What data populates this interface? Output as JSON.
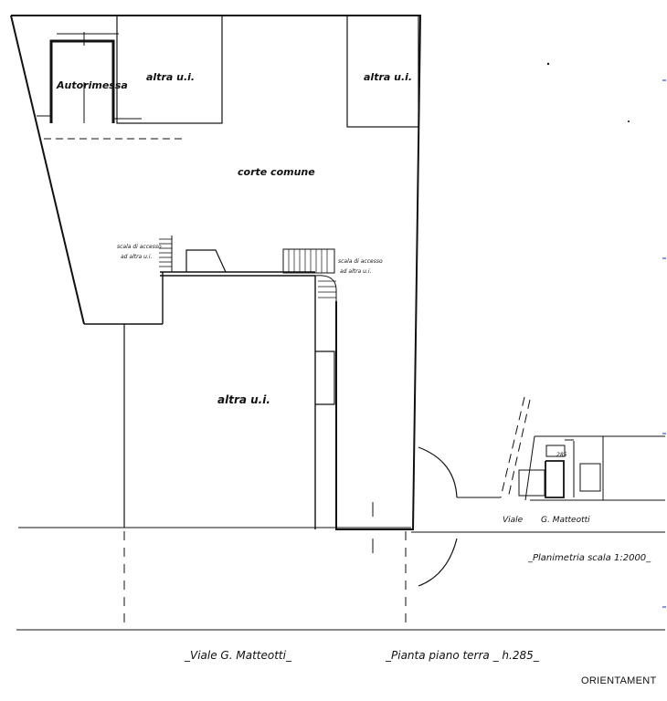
{
  "labels": {
    "autorimessa": "Autorimessa",
    "altra_ui_top": "altra u.i.",
    "altra_ui_right": "altra u.i.",
    "corte_comune": "corte comune",
    "scala_left_1": "scala di accesso",
    "scala_left_2": "ad altra u.i.",
    "scala_right_1": "scala di accesso",
    "scala_right_2": "ad altra u.i.",
    "altra_ui_center": "altra u.i.",
    "viale_site": "Viale",
    "matteotti_site": "G. Matteotti",
    "number_285": "285",
    "planimetria": "_Planimetria scala 1:2000_",
    "viale_bottom": "_Viale G. Matteotti_",
    "pianta": "_Pianta piano terra _ h.285_",
    "orientamento": "ORIENTAMENT"
  },
  "colors": {
    "ink": "#111111",
    "edge_marks": "#2a4fd8"
  }
}
